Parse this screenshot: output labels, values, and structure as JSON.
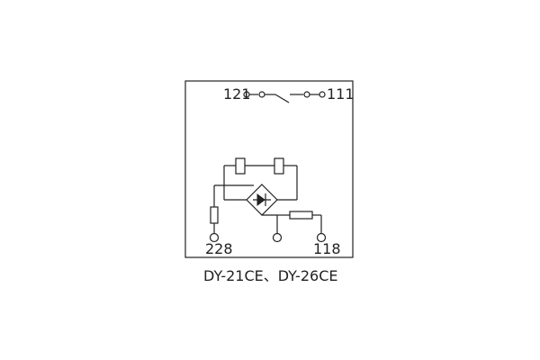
{
  "terminals": {
    "t121": "121",
    "t111": "111",
    "t228": "228",
    "t118": "118"
  },
  "caption": "DY-21CE、DY-26CE"
}
